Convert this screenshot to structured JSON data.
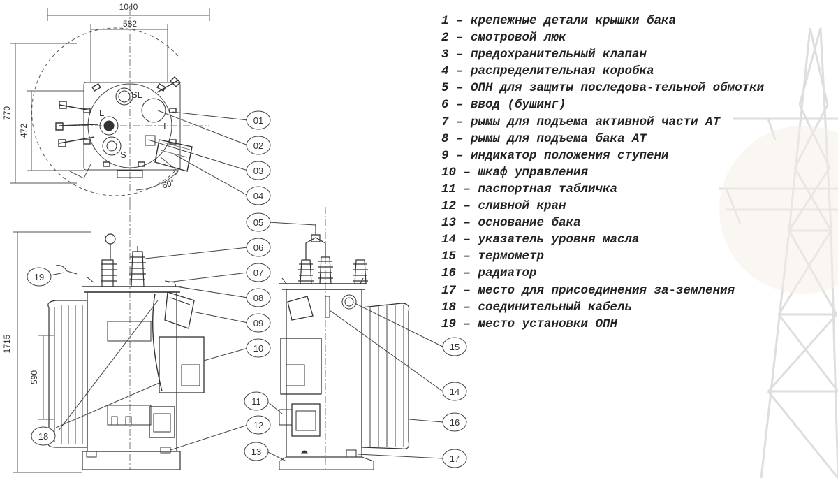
{
  "dimensions": {
    "width_top": "1040",
    "inner_top": "582",
    "height_top": "770",
    "inner_height_top": "472",
    "angle": "60°",
    "height_front": "1715",
    "inner_height_front": "590"
  },
  "bushing_marks": {
    "sl": "SL",
    "l": "L",
    "s": "S",
    "i": "I"
  },
  "callouts": {
    "c01": "01",
    "c02": "02",
    "c03": "03",
    "c04": "04",
    "c05": "05",
    "c06": "06",
    "c07": "07",
    "c08": "08",
    "c09": "09",
    "c10": "10",
    "c11": "11",
    "c12": "12",
    "c13": "13",
    "c14": "14",
    "c15": "15",
    "c16": "16",
    "c17": "17",
    "c18": "18",
    "c19": "19"
  },
  "legend": [
    "1 – крепежные детали крышки бака",
    "2 – смотровой люк",
    "3 – предохранительный клапан",
    "4 – распределительная коробка",
    "5 – ОПН для защиты последова-тельной обмотки",
    "6 – ввод (бушинг)",
    "7 – рымы для подъема активной части АТ",
    "8 – рымы для подъема бака АТ",
    "9 – индикатор положения ступени",
    "10 – шкаф управления",
    "11 – паспортная табличка",
    "12 – сливной кран",
    "13 – основание бака",
    "14 – указатель уровня масла",
    "15 – термометр",
    "16 – радиатор",
    "17 – место для присоединения за-земления",
    "18 – соединительный кабель",
    "19 – место установки ОПН"
  ]
}
